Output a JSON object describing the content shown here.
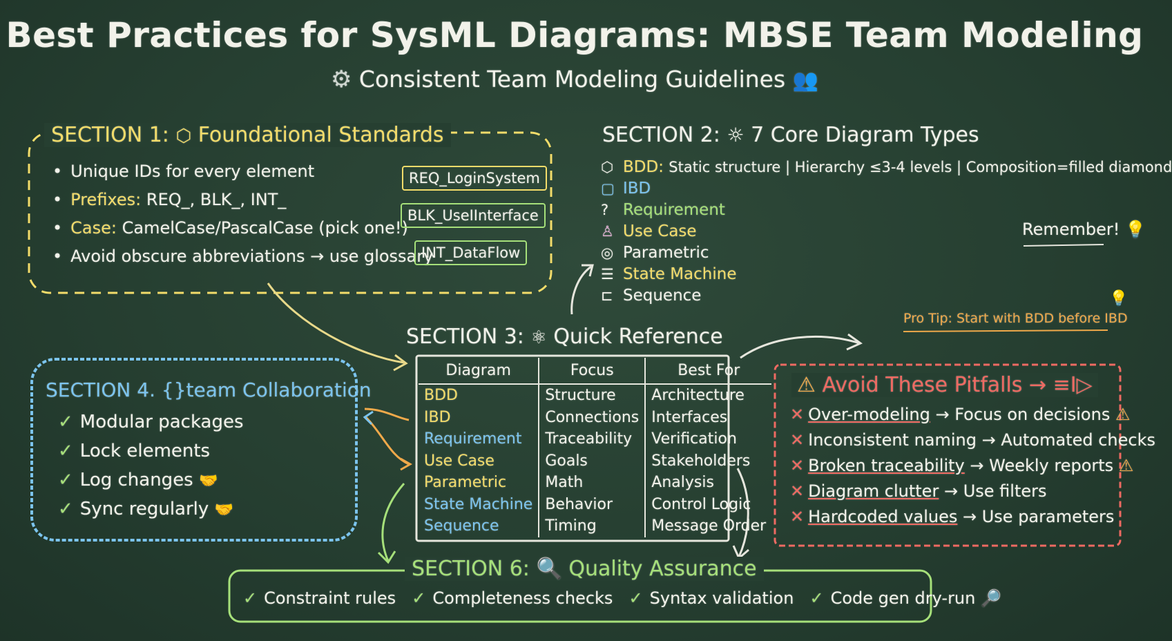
{
  "title": "Best Practices for SysML Diagrams: MBSE Team Modeling",
  "subtitle": "Consistent Team Modeling Guidelines",
  "section1": {
    "heading_prefix": "SECTION 1:",
    "heading": "Foundational Standards",
    "items": [
      {
        "label": "",
        "text": "Unique IDs for every element"
      },
      {
        "label": "Prefixes:",
        "text": "REQ_, BLK_, INT_"
      },
      {
        "label": "Case:",
        "text": "CamelCase/PascalCase (pick one!)"
      },
      {
        "label": "",
        "text": "Avoid obscure abbreviations → use glossary"
      }
    ],
    "examples": [
      "REQ_LoginSystem",
      "BLK_UseIInterface",
      "INT_DataFlow"
    ]
  },
  "section2": {
    "heading_prefix": "SECTION 2:",
    "heading": "7 Core Diagram Types",
    "items": [
      {
        "icon": "cube-icon",
        "label": "BDD:",
        "detail": "Static structure | Hierarchy ≤3-4 levels | Composition=filled diamond"
      },
      {
        "icon": "box-frame-icon",
        "label": "IBD",
        "detail": ""
      },
      {
        "icon": "question-icon",
        "label": "Requirement",
        "detail": ""
      },
      {
        "icon": "person-icon",
        "label": "Use Case",
        "detail": ""
      },
      {
        "icon": "globe-icon",
        "label": "Parametric",
        "detail": ""
      },
      {
        "icon": "list-icon",
        "label": "State Machine",
        "detail": ""
      },
      {
        "icon": "bracket-icon",
        "label": "Sequence",
        "detail": ""
      }
    ],
    "remember": "Remember!",
    "pro_tip": "Pro Tip: Start with BDD before IBD"
  },
  "section3": {
    "heading_prefix": "SECTION 3:",
    "heading": "Quick Reference",
    "columns": [
      "Diagram",
      "Focus",
      "Best For"
    ],
    "rows": [
      [
        "BDD",
        "Structure",
        "Architecture"
      ],
      [
        "IBD",
        "Connections",
        "Interfaces"
      ],
      [
        "Requirement",
        "Traceability",
        "Verification"
      ],
      [
        "Use Case",
        "Goals",
        "Stakeholders"
      ],
      [
        "Parametric",
        "Math",
        "Analysis"
      ],
      [
        "State Machine",
        "Behavior",
        "Control Logic"
      ],
      [
        "Sequence",
        "Timing",
        "Message Order"
      ]
    ],
    "row_colors": [
      "#f3dc6a",
      "#f3dc6a",
      "#7cc4ee",
      "#f3dc6a",
      "#f3dc6a",
      "#7cc4ee",
      "#7cc4ee"
    ]
  },
  "section4": {
    "heading": "SECTION 4. {}team Collaboration",
    "items": [
      "Modular packages",
      "Lock elements",
      "Log changes",
      "Sync regularly"
    ]
  },
  "pitfalls": {
    "heading": "Avoid These Pitfalls → ≡I▷",
    "items": [
      {
        "problem": "Over-modeling",
        "fix": "→ Focus on decisions",
        "warn": true
      },
      {
        "problem": "Inconsistent naming",
        "fix": "→ Automated checks",
        "warn": false
      },
      {
        "problem": "Broken traceability",
        "fix": "→ Weekly reports",
        "warn": true
      },
      {
        "problem": "Diagram clutter",
        "fix": "→ Use filters",
        "warn": false
      },
      {
        "problem": "Hardcoded values",
        "fix": "→ Use parameters",
        "warn": false
      }
    ]
  },
  "section6": {
    "heading_prefix": "SECTION 6:",
    "heading": "Quality Assurance",
    "items": [
      "Constraint rules",
      "Completeness checks",
      "Syntax validation",
      "Code gen dry-run"
    ]
  },
  "colors": {
    "board": "#263f31",
    "yellow": "#f3dc6a",
    "blue": "#7cc4ee",
    "green": "#a6e07a",
    "red": "#ef6a62",
    "orange": "#f0a94a"
  }
}
